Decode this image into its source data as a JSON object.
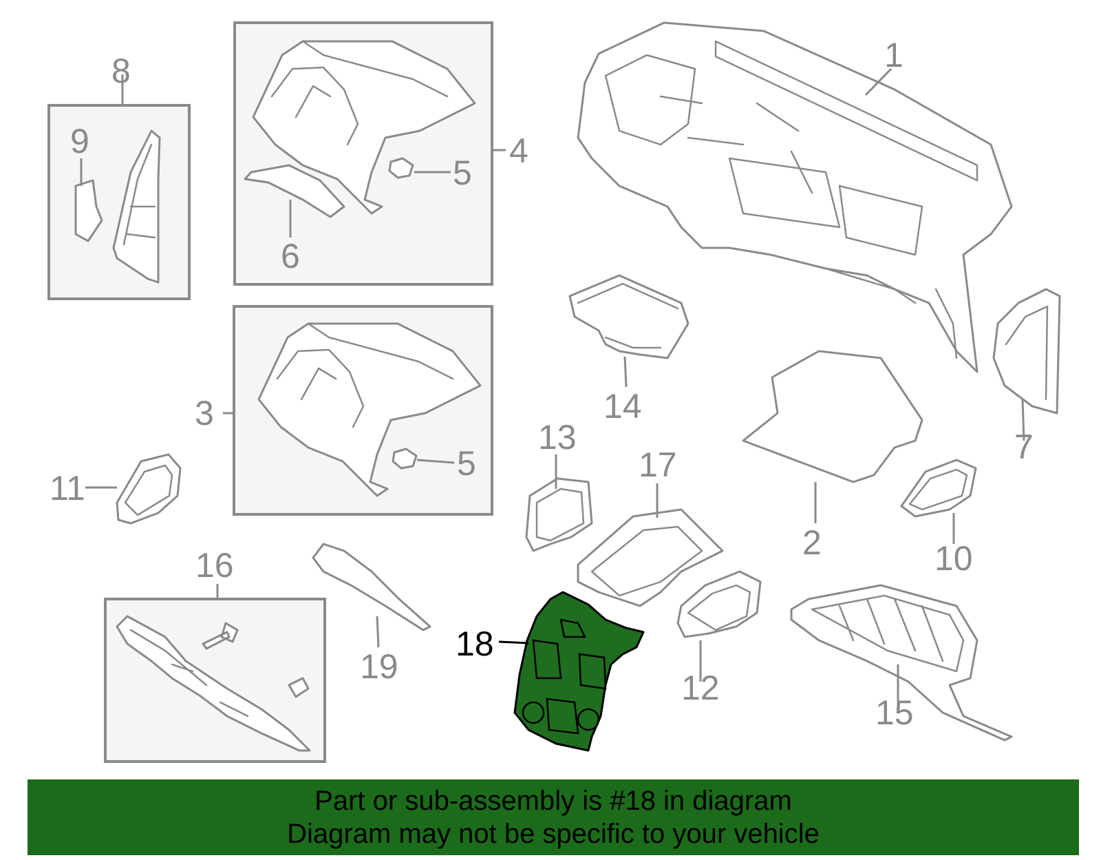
{
  "callouts": {
    "c1": "1",
    "c2": "2",
    "c3": "3",
    "c4": "4",
    "c5a": "5",
    "c5b": "5",
    "c6": "6",
    "c7": "7",
    "c8": "8",
    "c9": "9",
    "c10": "10",
    "c11": "11",
    "c12": "12",
    "c13": "13",
    "c14": "14",
    "c15": "15",
    "c16": "16",
    "c17": "17",
    "c18": "18",
    "c19": "19"
  },
  "highlighted_part": "18",
  "banner": {
    "line1": "Part or sub-assembly is #18 in diagram",
    "line2": "Diagram may not be specific to your vehicle"
  },
  "colors": {
    "highlight": "#1f6e1f",
    "banner": "#1b6b1b",
    "line": "#8a8a8a",
    "box_fill": "#f5f5f5"
  }
}
